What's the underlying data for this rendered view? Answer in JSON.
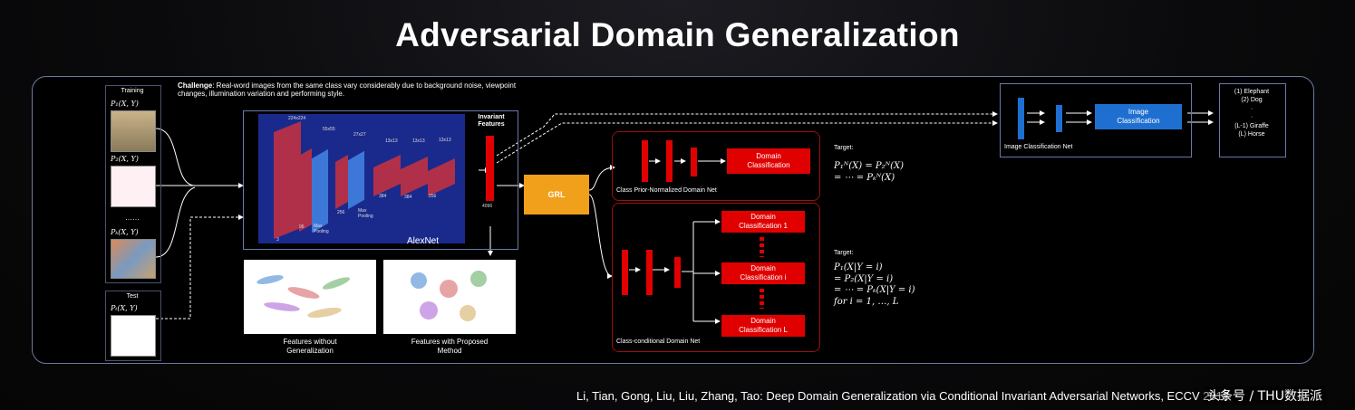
{
  "title": "Adversarial Domain Generalization",
  "challenge": {
    "label": "Challenge",
    "text": ": Real-word images from the same class vary considerably due to background noise, viewpoint changes, illumination variation and performing style."
  },
  "inputs": {
    "training_label": "Training",
    "test_label": "Test",
    "p1": "P₁(X, Y)",
    "p2": "P₂(X, Y)",
    "pk": "Pₖ(X, Y)",
    "pt": "Pₜ(X, Y)",
    "ellipsis": "……"
  },
  "alexnet": {
    "name": "AlexNet",
    "sizes": [
      "224x224",
      "55x55",
      "27x27",
      "13x13",
      "13x13",
      "13x13"
    ],
    "channels": [
      "3",
      "96",
      "256",
      "384",
      "384",
      "256"
    ],
    "pool1": "Max\nPooling",
    "pool2": "Max\nPooling",
    "feat_dim": "4096"
  },
  "invariant_features": "Invariant\nFeatures",
  "grl": "GRL",
  "prior_net": {
    "head": "Domain\nClassification",
    "label": "Class Prior-Normalized Domain Net",
    "target_label": "Target:",
    "target_lines": [
      "P₁ᴺ(X) = P₂ᴺ(X)",
      "= ⋯ = Pₖᴺ(X)"
    ]
  },
  "cond_net": {
    "heads": [
      "Domain\nClassification 1",
      "Domain\nClassification i",
      "Domain\nClassification L"
    ],
    "label": "Class-conditional Domain Net",
    "target_label": "Target:",
    "target_lines": [
      "P₁(X|Y = i)",
      "= P₂(X|Y = i)",
      "= ⋯ = Pₖ(X|Y = i)",
      "for i = 1, …, L"
    ]
  },
  "image_net": {
    "head": "Image\nClassification",
    "label": "Image Classification Net"
  },
  "classes": [
    "(1) Elephant",
    "(2) Dog",
    "·",
    "·",
    "(L-1) Giraffe",
    "(L) Horse"
  ],
  "features": {
    "without": "Features without\nGeneralization",
    "with": "Features with Proposed\nMethod"
  },
  "reference": "Li, Tian, Gong, Liu, Liu, Zhang, Tao: Deep Domain Generalization via Conditional Invariant Adversarial Networks, ECCV 2018",
  "watermark": "头条号 / THU数据派",
  "colors": {
    "accent_red": "#e00000",
    "grl_orange": "#f0a01a",
    "blue": "#1e6fd0",
    "crimson": "#b0304a"
  }
}
